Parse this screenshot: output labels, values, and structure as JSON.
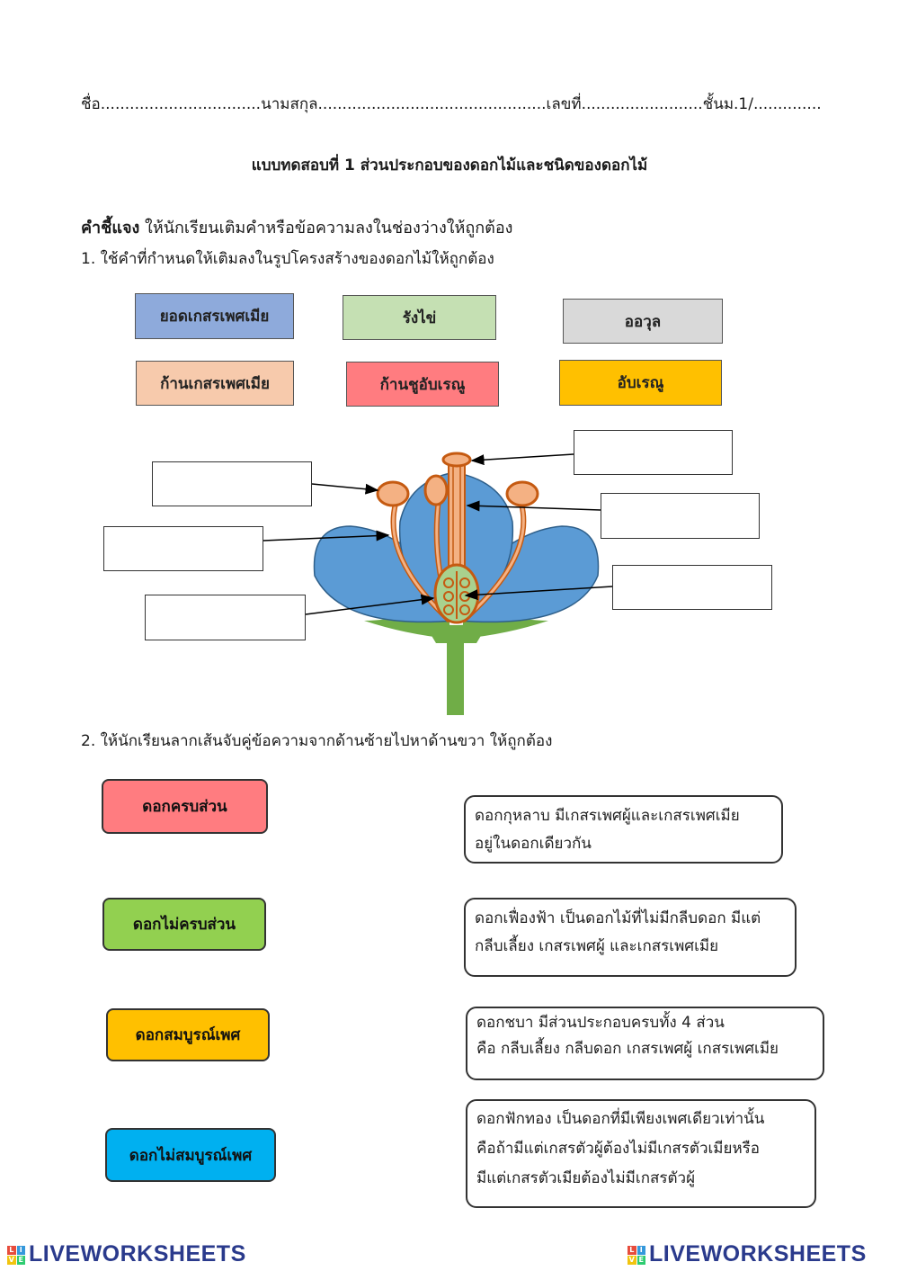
{
  "header": {
    "line": "ชื่อ.................................นามสกุล...............................................เลขที่.........................ชั้นม.1/.............."
  },
  "title": "แบบทดสอบที่ 1 ส่วนประกอบของดอกไม้และชนิดของดอกไม้",
  "instructions": {
    "label": "คำชี้แจง",
    "text": " ให้นักเรียนเติมคำหรือข้อความลงในช่องว่างให้ถูกต้อง"
  },
  "question1": {
    "text": "1.  ใช้คำที่กำหนดให้เติมลงในรูปโครงสร้างของดอกไม้ให้ถูกต้อง",
    "words": [
      {
        "label": "ยอดเกสรเพศเมีย",
        "color": "#8eaadb"
      },
      {
        "label": "รังไข่",
        "color": "#c5e0b3"
      },
      {
        "label": "ออวุล",
        "color": "#d9d9d9"
      },
      {
        "label": "ก้านเกสรเพศเมีย",
        "color": "#f7caac"
      },
      {
        "label": "ก้านชูอับเรณู",
        "color": "#ff7c80"
      },
      {
        "label": "อับเรณู",
        "color": "#ffc000"
      }
    ]
  },
  "question2": {
    "text": "2.  ให้นักเรียนลากเส้นจับคู่ข้อความจากด้านซ้ายไปหาด้านขวา ให้ถูกต้อง",
    "left": [
      {
        "label": "ดอกครบส่วน",
        "color": "#ff7c80"
      },
      {
        "label": "ดอกไม่ครบส่วน",
        "color": "#92d050"
      },
      {
        "label": "ดอกสมบูรณ์เพศ",
        "color": "#ffc000"
      },
      {
        "label": "ดอกไม่สมบูรณ์เพศ",
        "color": "#00b0f0"
      }
    ],
    "right": [
      {
        "lines": [
          "ดอกกุหลาบ มีเกสรเพศผู้และเกสรเพศเมีย",
          "อยู่ในดอกเดียวกัน"
        ]
      },
      {
        "lines": [
          "ดอกเฟื่องฟ้า เป็นดอกไม้ที่ไม่มีกลีบดอก มีแต่",
          "กลีบเลี้ยง เกสรเพศผู้ และเกสรเพศเมีย"
        ]
      },
      {
        "lines": [
          "ดอกชบา มีส่วนประกอบครบทั้ง 4 ส่วน",
          "คือ กลีบเลี้ยง กลีบดอก เกสรเพศผู้ เกสรเพศเมีย"
        ]
      },
      {
        "lines": [
          "ดอกฟักทอง เป็นดอกที่มีเพียงเพศเดียวเท่านั้น",
          "คือถ้ามีแต่เกสรตัวผู้ต้องไม่มีเกสรตัวเมียหรือ",
          "มีแต่เกสรตัวเมียต้องไม่มีเกสรตัวผู้"
        ]
      }
    ]
  },
  "footer": {
    "logo_text": "LIVEWORKSHEETS",
    "logo_letters": [
      "L",
      "I",
      "V",
      "E"
    ],
    "logo_colors": [
      "#e74c3c",
      "#3498db",
      "#f1c40f",
      "#2ecc71"
    ]
  }
}
